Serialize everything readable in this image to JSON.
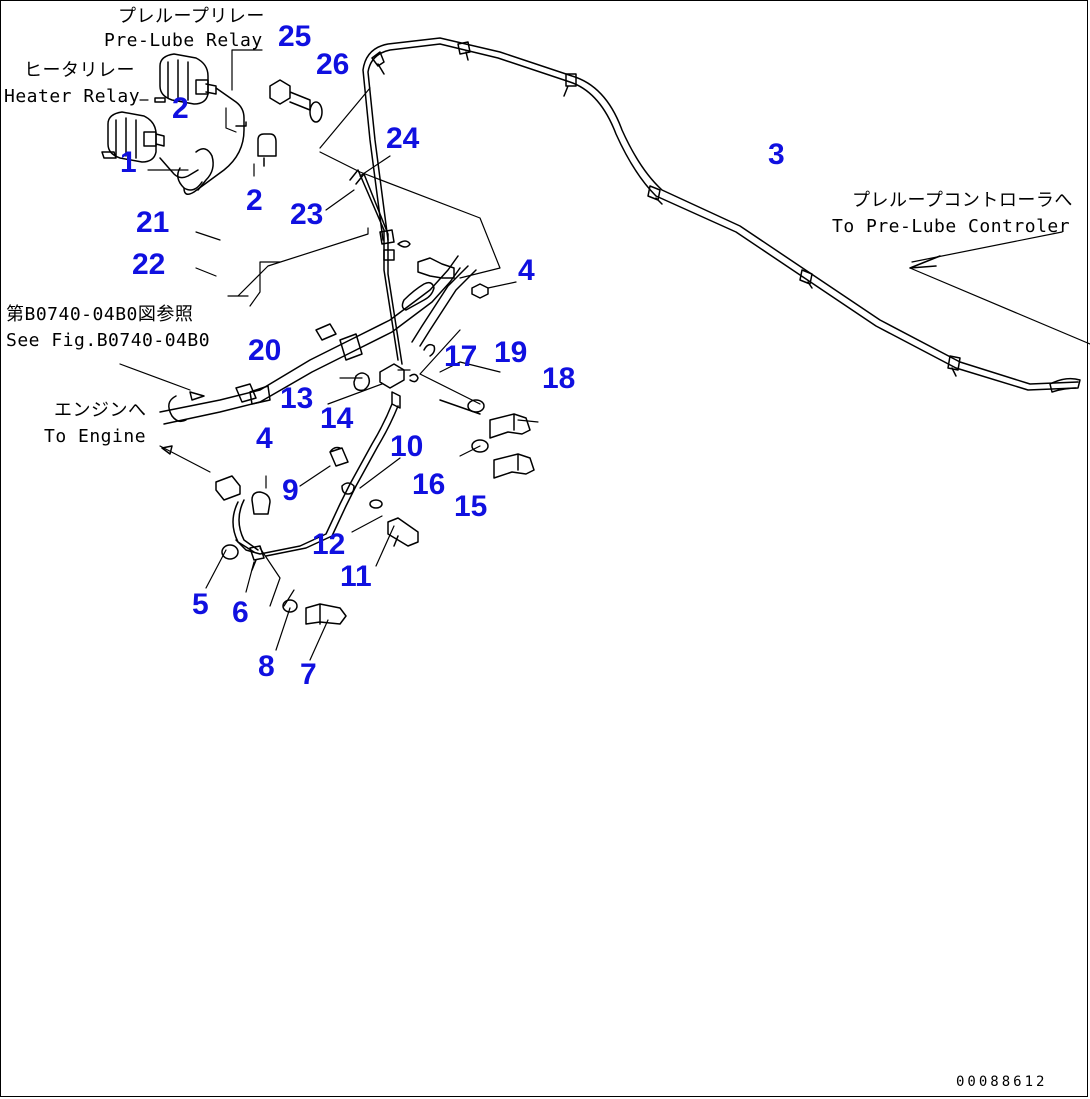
{
  "labels": {
    "prelube_relay_jp": "プレループリレー",
    "prelube_relay_en": "Pre-Lube Relay",
    "heater_relay_jp": "ヒータリレー",
    "heater_relay_en": "Heater Relay",
    "controller_jp": "プレループコントローラへ",
    "controller_en": "To Pre-Lube Controler",
    "see_fig_jp": "第B0740-04B0図参照",
    "see_fig_en": "See Fig.B0740-04B0",
    "engine_jp": "エンジンへ",
    "engine_en": "To Engine"
  },
  "part_numbers": {
    "n1": "1",
    "n2a": "2",
    "n2b": "2",
    "n3": "3",
    "n4a": "4",
    "n4b": "4",
    "n5": "5",
    "n6": "6",
    "n7": "7",
    "n8": "8",
    "n9": "9",
    "n10": "10",
    "n11": "11",
    "n12": "12",
    "n13": "13",
    "n14": "14",
    "n15": "15",
    "n16": "16",
    "n17": "17",
    "n18": "18",
    "n19": "19",
    "n20": "20",
    "n21": "21",
    "n22": "22",
    "n23": "23",
    "n24": "24",
    "n25": "25",
    "n26": "26"
  },
  "drawing_code": "00088612",
  "colors": {
    "callout": "#1010e0",
    "line": "#000000"
  }
}
